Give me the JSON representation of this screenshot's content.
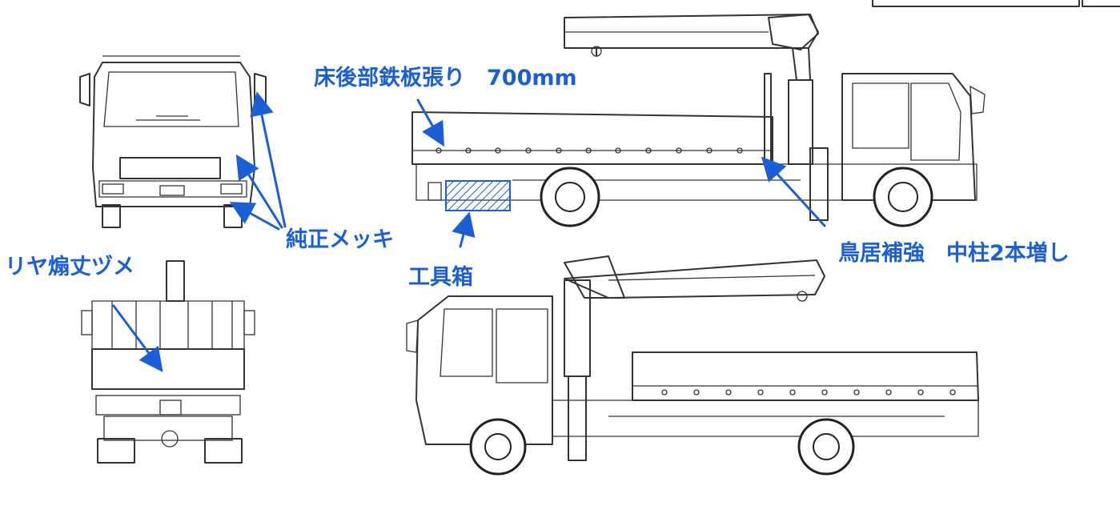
{
  "annotations": {
    "bed_plate": "床後部鉄板張り　700mm",
    "chrome_parts": "純正メッキ",
    "tool_box": "工具箱",
    "rear_gate": "リヤ煽丈ヅメ",
    "torii": "鳥居補強　中柱2本増し"
  },
  "colors": {
    "annotation": "#1a5fd6",
    "linework": "#333333",
    "toolbox_hatch": "#1a5fd6"
  }
}
